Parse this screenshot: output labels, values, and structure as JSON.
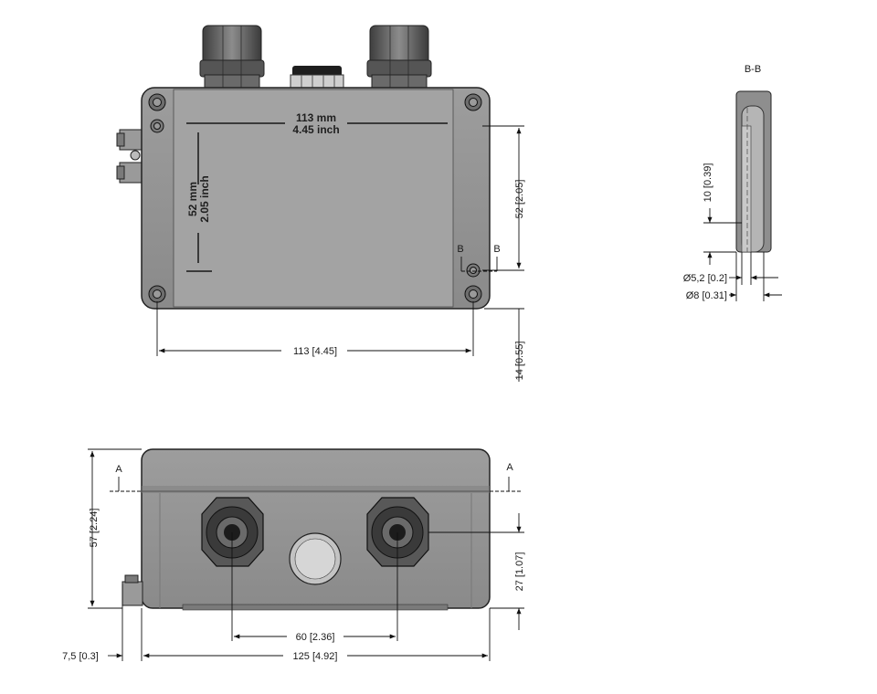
{
  "top_view": {
    "embossed_width_mm": "113 mm",
    "embossed_width_inch": "4.45 inch",
    "embossed_height_mm": "52 mm",
    "embossed_height_inch": "2.05 inch",
    "dim_hole_height": "52 [2.05]",
    "dim_hole_width": "113 [4.45]",
    "dim_bottom_offset": "14 [0.55]",
    "section_marker_left": "B",
    "section_marker_right": "B"
  },
  "section_view": {
    "title": "B-B",
    "dim_depth": "10 [0.39]",
    "dim_hole_diameter": "Ø5,2 [0.2]",
    "dim_head_diameter": "Ø8 [0.31]"
  },
  "front_view": {
    "marker_left": "A",
    "marker_right": "A",
    "dim_height": "57 [2.24]",
    "dim_gland_height": "27 [1.07]",
    "dim_gland_spacing": "60 [2.36]",
    "dim_plug_offset": "7,5 [0.3]",
    "dim_total_width": "125 [4.92]"
  }
}
